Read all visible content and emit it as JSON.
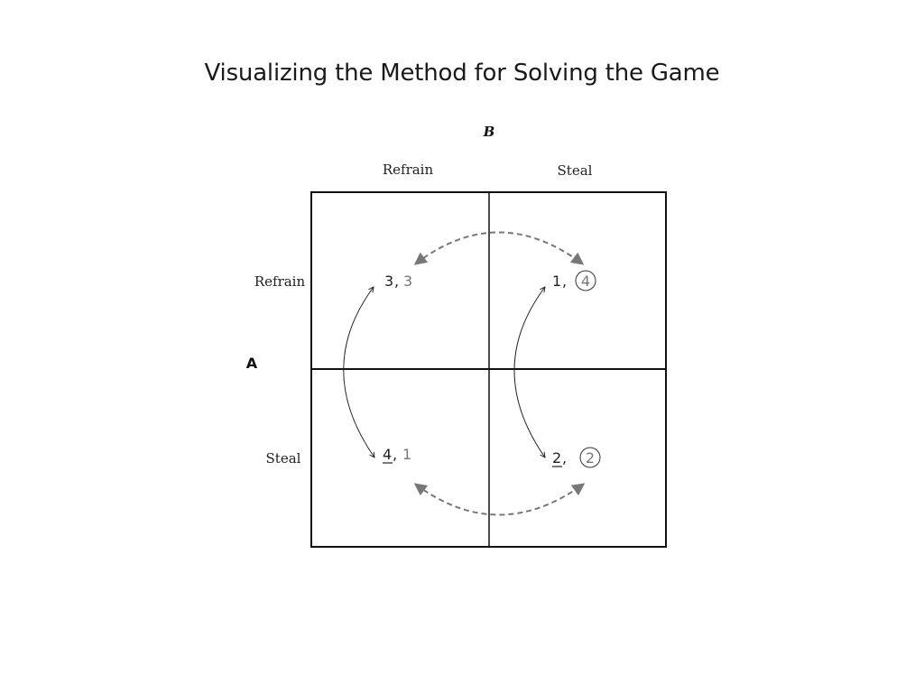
{
  "title": "Visualizing the Method for Solving the Game",
  "players": {
    "column": "B",
    "row": "A"
  },
  "column_strategies": [
    "Refrain",
    "Steal"
  ],
  "row_strategies": [
    "Refrain",
    "Steal"
  ],
  "cells": [
    {
      "row": "Refrain",
      "col": "Refrain",
      "a": "3",
      "b": "3",
      "a_underlined": false,
      "b_circled": false
    },
    {
      "row": "Refrain",
      "col": "Steal",
      "a": "1",
      "b": "4",
      "a_underlined": false,
      "b_circled": true
    },
    {
      "row": "Steal",
      "col": "Refrain",
      "a": "4",
      "b": "1",
      "a_underlined": true,
      "b_circled": false
    },
    {
      "row": "Steal",
      "col": "Steal",
      "a": "2",
      "b": "2",
      "a_underlined": true,
      "b_circled": true
    }
  ],
  "separator": ",",
  "colors": {
    "a_payoff": "#222222",
    "b_payoff": "#777777",
    "grid": "#111111",
    "solid_arrow": "#222222",
    "dashed_arrow": "#777777"
  }
}
